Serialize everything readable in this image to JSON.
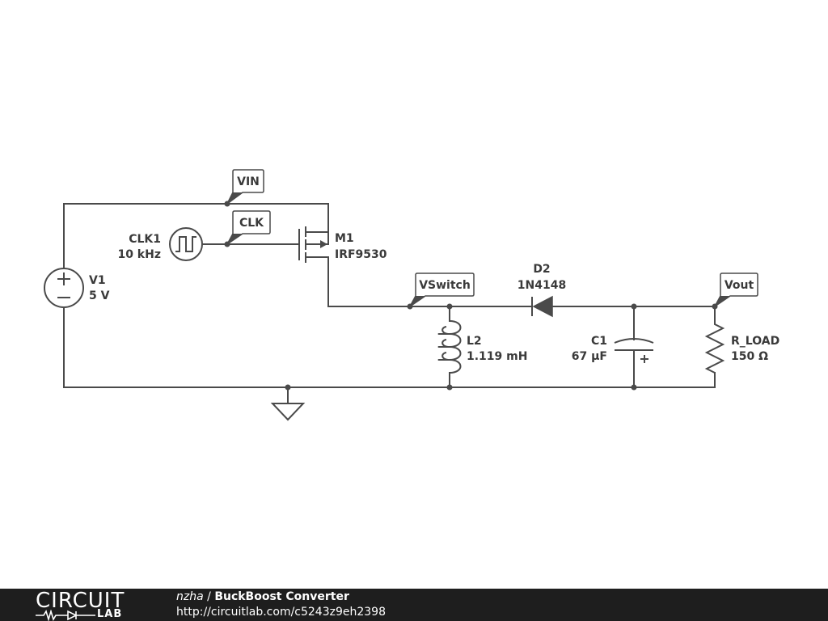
{
  "nets": {
    "vin": "VIN",
    "clk": "CLK",
    "vswitch": "VSwitch",
    "vout": "Vout"
  },
  "components": {
    "v1": {
      "name": "V1",
      "value": "5 V"
    },
    "clk1": {
      "name": "CLK1",
      "value": "10 kHz"
    },
    "m1": {
      "name": "M1",
      "value": "IRF9530"
    },
    "d2": {
      "name": "D2",
      "value": "1N4148"
    },
    "l2": {
      "name": "L2",
      "value": "1.119 mH"
    },
    "c1": {
      "name": "C1",
      "value": "67 µF"
    },
    "rload": {
      "name": "R_LOAD",
      "value": "150 Ω"
    }
  },
  "footer": {
    "logo_main": "CIRCUIT",
    "logo_sub": "LAB",
    "author": "nzha",
    "separator": " / ",
    "title": "BuckBoost Converter",
    "url": "http://circuitlab.com/c5243z9eh2398"
  }
}
